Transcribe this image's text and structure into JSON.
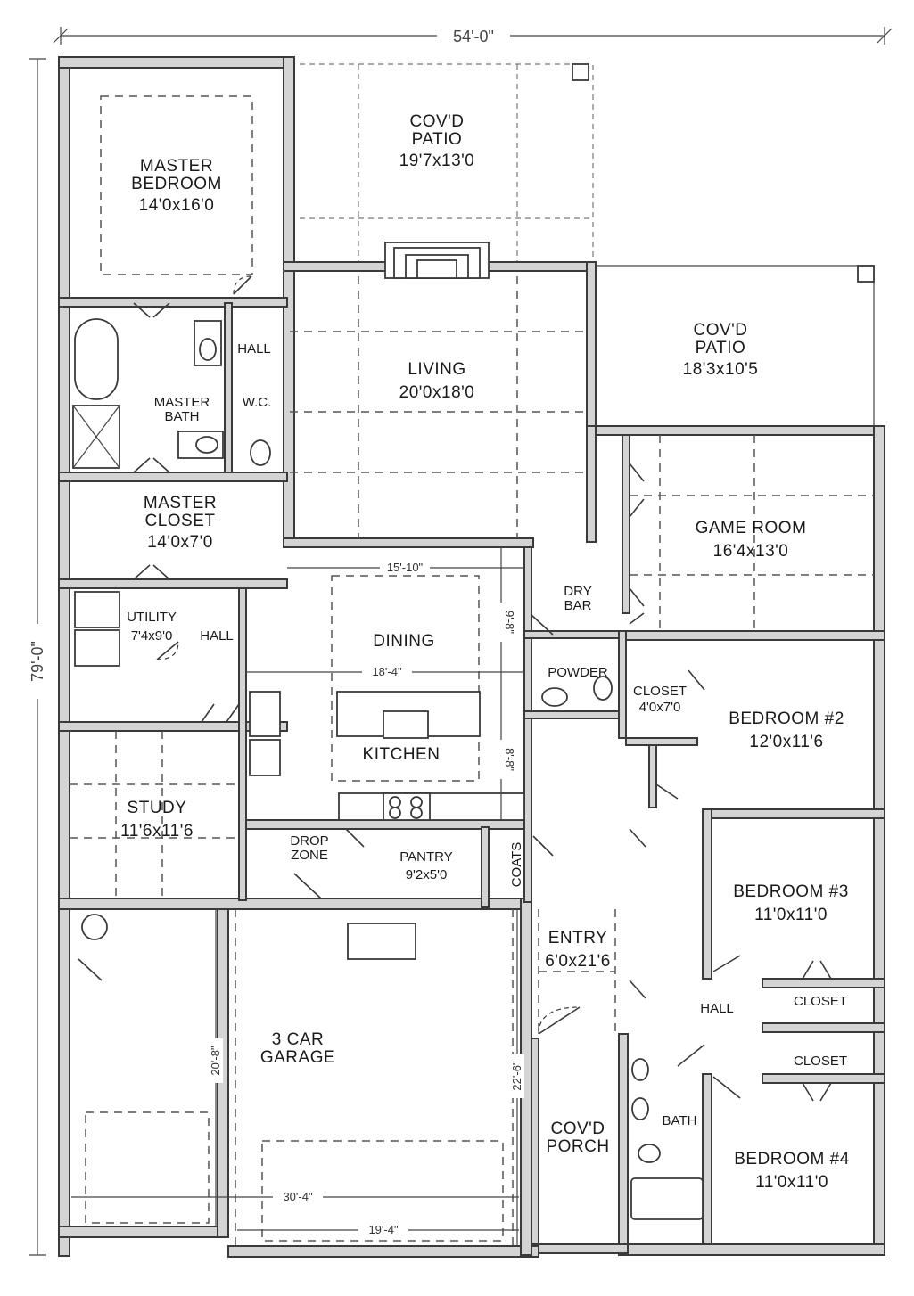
{
  "overall": {
    "width": "54'-0\"",
    "depth": "79'-0\""
  },
  "dimensions": {
    "dining_width": "15'-10\"",
    "kitchen_width": "18'-4\"",
    "dining_depth": "9'-8\"",
    "kitchen_depth": "8'-8\"",
    "garage_overall_width": "30'-4\"",
    "garage_bay_width": "19'-4\"",
    "garage_left_depth": "20'-8\"",
    "garage_right_depth": "22'-6\""
  },
  "rooms": {
    "cov_patio_1": {
      "name": "COV'D\nPATIO",
      "size": "19'7x13'0"
    },
    "master_bedroom": {
      "name": "MASTER\nBEDROOM",
      "size": "14'0x16'0"
    },
    "hall_1": {
      "name": "HALL"
    },
    "living": {
      "name": "LIVING",
      "size": "20'0x18'0"
    },
    "cov_patio_2": {
      "name": "COV'D\nPATIO",
      "size": "18'3x10'5"
    },
    "master_bath": {
      "name": "MASTER\nBATH"
    },
    "wc": {
      "name": "W.C."
    },
    "master_closet": {
      "name": "MASTER\nCLOSET",
      "size": "14'0x7'0"
    },
    "game_room": {
      "name": "GAME ROOM",
      "size": "16'4x13'0"
    },
    "dry_bar": {
      "name": "DRY\nBAR"
    },
    "utility": {
      "name": "UTILITY",
      "size": "7'4x9'0"
    },
    "hall_2": {
      "name": "HALL"
    },
    "dining": {
      "name": "DINING"
    },
    "powder": {
      "name": "POWDER"
    },
    "closet_1": {
      "name": "CLOSET",
      "size": "4'0x7'0"
    },
    "bedroom_2": {
      "name": "BEDROOM #2",
      "size": "12'0x11'6"
    },
    "kitchen": {
      "name": "KITCHEN"
    },
    "study": {
      "name": "STUDY",
      "size": "11'6x11'6"
    },
    "drop_zone": {
      "name": "DROP\nZONE"
    },
    "pantry": {
      "name": "PANTRY",
      "size": "9'2x5'0"
    },
    "coats": {
      "name": "COATS"
    },
    "bedroom_3": {
      "name": "BEDROOM #3",
      "size": "11'0x11'0"
    },
    "entry": {
      "name": "ENTRY",
      "size": "6'0x21'6"
    },
    "hall_3": {
      "name": "HALL"
    },
    "closet_2": {
      "name": "CLOSET"
    },
    "closet_3": {
      "name": "CLOSET"
    },
    "garage": {
      "name": "3 CAR\nGARAGE"
    },
    "bath": {
      "name": "BATH"
    },
    "cov_porch": {
      "name": "COV'D\nPORCH"
    },
    "bedroom_4": {
      "name": "BEDROOM #4",
      "size": "11'0x11'0"
    }
  }
}
